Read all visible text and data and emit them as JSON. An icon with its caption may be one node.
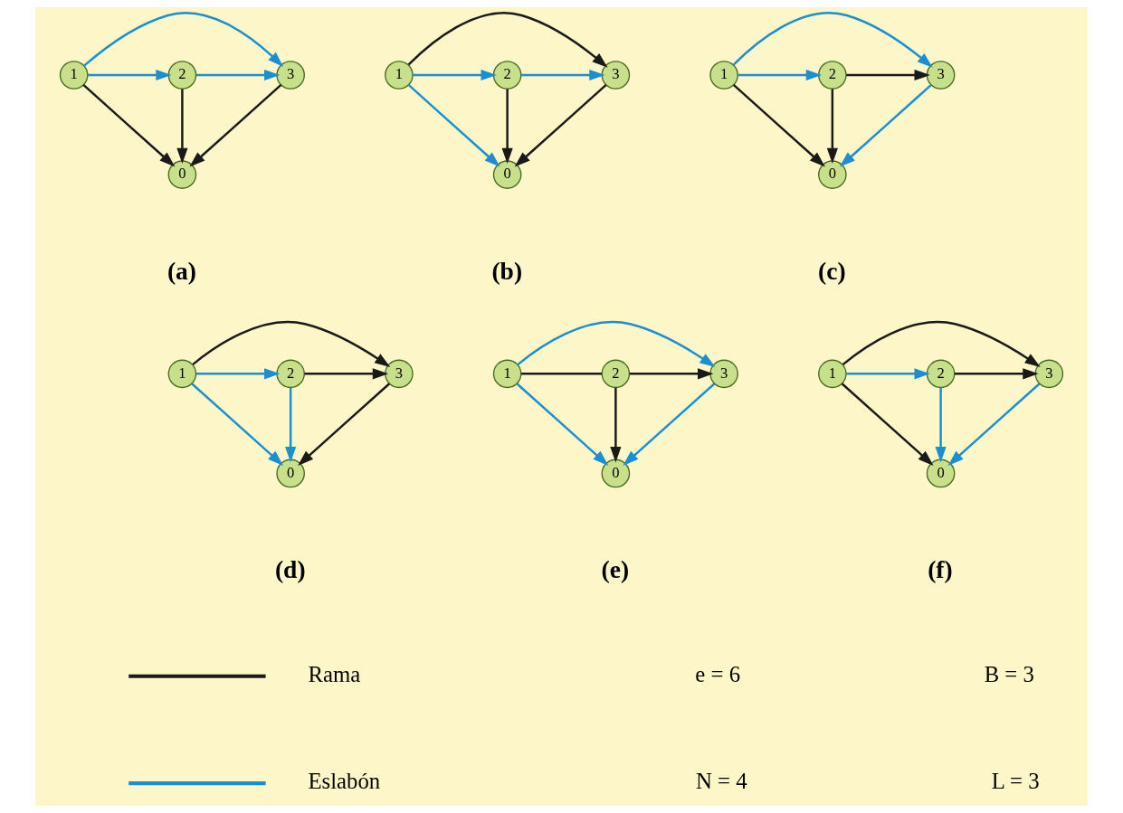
{
  "diagram": {
    "nodes": [
      {
        "text": [
          "1"
        ]
      },
      {
        "text": [
          "2"
        ]
      },
      {
        "text": [
          "3"
        ]
      },
      {
        "text": [
          "0"
        ]
      },
      {
        "text": [
          "1"
        ]
      },
      {
        "text": [
          "2"
        ]
      },
      {
        "text": [
          "3"
        ]
      },
      {
        "text": [
          "0"
        ]
      },
      {
        "text": [
          "1"
        ]
      },
      {
        "text": [
          "2"
        ]
      },
      {
        "text": [
          "3"
        ]
      },
      {
        "text": [
          "0"
        ]
      },
      {
        "text": [
          "1"
        ]
      },
      {
        "text": [
          "2"
        ]
      },
      {
        "text": [
          "3"
        ]
      },
      {
        "text": [
          "0"
        ]
      },
      {
        "text": [
          "1"
        ]
      },
      {
        "text": [
          "2"
        ]
      },
      {
        "text": [
          "3"
        ]
      },
      {
        "text": [
          "0"
        ]
      },
      {
        "text": [
          "1"
        ]
      },
      {
        "text": [
          "2"
        ]
      },
      {
        "text": [
          "3"
        ]
      },
      {
        "text": [
          "0"
        ]
      }
    ],
    "edges": [
      {
        "from": 0,
        "to": 2,
        "arrow": "to",
        "color": "#1b8fd0"
      },
      {
        "from": 0,
        "to": 1,
        "arrow": "to",
        "color": "#1b8fd0"
      },
      {
        "from": 1,
        "to": 2,
        "arrow": "to",
        "color": "#1b8fd0"
      },
      {
        "from": 0,
        "to": 3,
        "arrow": "to",
        "color": "#1a1a1a"
      },
      {
        "from": 1,
        "to": 3,
        "arrow": "to",
        "color": "#1a1a1a"
      },
      {
        "from": 2,
        "to": 3,
        "arrow": "to",
        "color": "#1a1a1a"
      },
      {
        "from": 4,
        "to": 6,
        "arrow": "to",
        "color": "#1a1a1a"
      },
      {
        "from": 4,
        "to": 5,
        "arrow": "to",
        "color": "#1b8fd0"
      },
      {
        "from": 5,
        "to": 6,
        "arrow": "to",
        "color": "#1b8fd0"
      },
      {
        "from": 4,
        "to": 7,
        "arrow": "to",
        "color": "#1b8fd0"
      },
      {
        "from": 5,
        "to": 7,
        "arrow": "to",
        "color": "#1a1a1a"
      },
      {
        "from": 6,
        "to": 7,
        "arrow": "to",
        "color": "#1a1a1a"
      },
      {
        "from": 8,
        "to": 10,
        "arrow": "to",
        "color": "#1b8fd0"
      },
      {
        "from": 8,
        "to": 9,
        "arrow": "to",
        "color": "#1b8fd0"
      },
      {
        "from": 9,
        "to": 10,
        "arrow": "to",
        "color": "#1a1a1a"
      },
      {
        "from": 8,
        "to": 11,
        "arrow": "to",
        "color": "#1a1a1a"
      },
      {
        "from": 9,
        "to": 11,
        "arrow": "to",
        "color": "#1a1a1a"
      },
      {
        "from": 10,
        "to": 11,
        "arrow": "to",
        "color": "#1b8fd0"
      },
      {
        "from": 12,
        "to": 14,
        "arrow": "to",
        "color": "#1a1a1a"
      },
      {
        "from": 12,
        "to": 13,
        "arrow": "to",
        "color": "#1b8fd0"
      },
      {
        "from": 13,
        "to": 14,
        "arrow": "to",
        "color": "#1a1a1a"
      },
      {
        "from": 12,
        "to": 15,
        "arrow": "to",
        "color": "#1b8fd0"
      },
      {
        "from": 13,
        "to": 15,
        "arrow": "to",
        "color": "#1b8fd0"
      },
      {
        "from": 14,
        "to": 15,
        "arrow": "to",
        "color": "#1a1a1a"
      },
      {
        "from": 16,
        "to": 18,
        "arrow": "to",
        "color": "#1b8fd0"
      },
      {
        "from": 16,
        "to": 17,
        "arrow": "none",
        "color": "#1a1a1a"
      },
      {
        "from": 17,
        "to": 18,
        "arrow": "to",
        "color": "#1a1a1a"
      },
      {
        "from": 16,
        "to": 19,
        "arrow": "to",
        "color": "#1b8fd0"
      },
      {
        "from": 17,
        "to": 19,
        "arrow": "to",
        "color": "#1a1a1a"
      },
      {
        "from": 18,
        "to": 19,
        "arrow": "to",
        "color": "#1b8fd0"
      },
      {
        "from": 20,
        "to": 22,
        "arrow": "to",
        "color": "#1a1a1a"
      },
      {
        "from": 20,
        "to": 21,
        "arrow": "to",
        "color": "#1b8fd0"
      },
      {
        "from": 21,
        "to": 22,
        "arrow": "to",
        "color": "#1a1a1a"
      },
      {
        "from": 20,
        "to": 23,
        "arrow": "to",
        "color": "#1a1a1a"
      },
      {
        "from": 21,
        "to": 23,
        "arrow": "to",
        "color": "#1b8fd0"
      },
      {
        "from": 22,
        "to": 23,
        "arrow": "to",
        "color": "#1b8fd0"
      }
    ],
    "labels": [
      "(a)",
      "(b)",
      "(c)",
      "(d)",
      "(e)",
      "(f)",
      "e = 6",
      "B = 3",
      "N = 4",
      "L = 3"
    ],
    "legend": [
      {
        "text": "Rama",
        "color": "#1a1a1a"
      },
      {
        "text": "Eslabón",
        "color": "#1b8fd0"
      }
    ]
  }
}
